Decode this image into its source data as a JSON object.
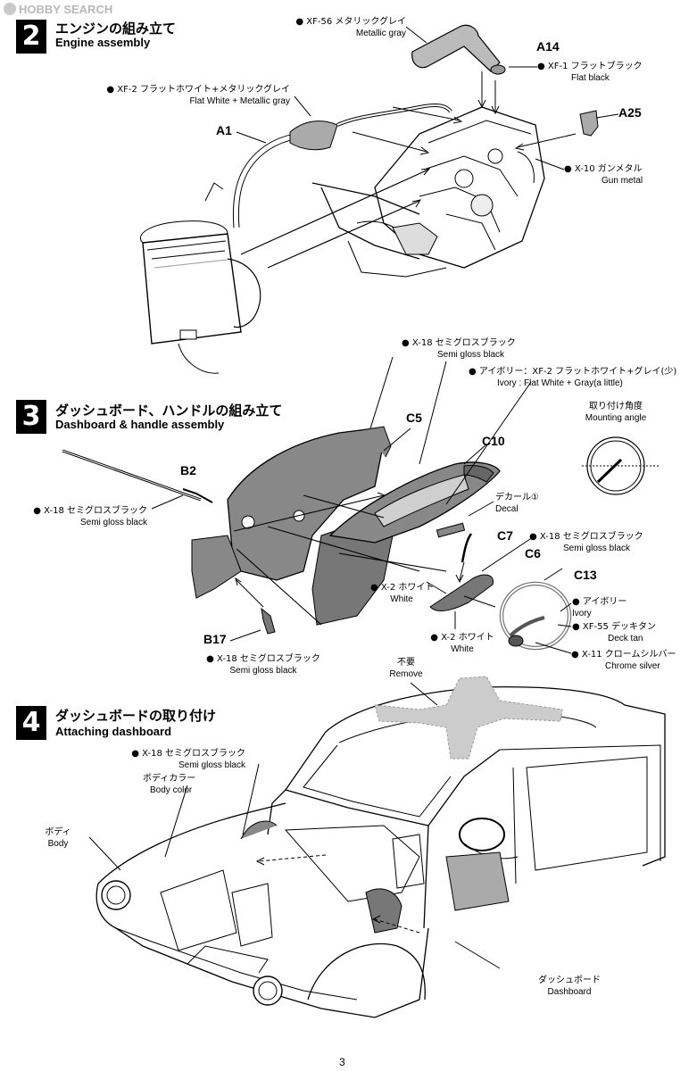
{
  "watermark": "HOBBY SEARCH",
  "page_number": "3",
  "steps": [
    {
      "number": "2",
      "title_jp": "エンジンの組み立て",
      "title_en": "Engine assembly"
    },
    {
      "number": "3",
      "title_jp": "ダッシュボード、ハンドルの組み立て",
      "title_en": "Dashboard & handle assembly"
    },
    {
      "number": "4",
      "title_jp": "ダッシュボードの取り付け",
      "title_en": "Attaching dashboard"
    }
  ],
  "step2": {
    "parts": {
      "a14": "A14",
      "a25": "A25",
      "a1": "A1"
    },
    "paints": {
      "xf56": {
        "jp": "XF-56 メタリックグレイ",
        "en": "Metallic gray"
      },
      "xf1": {
        "jp": "XF-1 フラットブラック",
        "en": "Flat black"
      },
      "xf2": {
        "jp": "XF-2 フラットホワイト+メタリックグレイ",
        "en": "Flat White + Metallic gray"
      },
      "x10": {
        "jp": "X-10 ガンメタル",
        "en": "Gun metal"
      }
    }
  },
  "step3": {
    "parts": {
      "c5": "C5",
      "c10": "C10",
      "b2": "B2",
      "c7": "C7",
      "c6": "C6",
      "c13": "C13",
      "b17": "B17"
    },
    "paints": {
      "x18_top": {
        "jp": "X-18 セミグロスブラック",
        "en": "Semi gloss black"
      },
      "ivory_mix": {
        "jp": "アイボリー：XF-2 フラットホワイト+グレイ(少)",
        "en": "Ivory : Flat White + Gray(a little)"
      },
      "x18_b2": {
        "jp": "X-18 セミグロスブラック",
        "en": "Semi gloss black"
      },
      "x18_c6": {
        "jp": "X-18 セミグロスブラック",
        "en": "Semi gloss black"
      },
      "x2_a": {
        "jp": "X-2 ホワイト",
        "en": "White"
      },
      "x2_b": {
        "jp": "X-2 ホワイト",
        "en": "White"
      },
      "ivory": {
        "jp": "アイボリー",
        "en": "Ivory"
      },
      "xf55": {
        "jp": "XF-55 デッキタン",
        "en": "Deck tan"
      },
      "x11": {
        "jp": "X-11 クロームシルバー",
        "en": "Chrome silver"
      },
      "x18_b17": {
        "jp": "X-18 セミグロスブラック",
        "en": "Semi gloss black"
      }
    },
    "mounting_angle": {
      "jp": "取り付け角度",
      "en": "Mounting angle"
    },
    "decal": {
      "jp": "デカール①",
      "en": "Decal"
    }
  },
  "step4": {
    "remove": {
      "jp": "不要",
      "en": "Remove"
    },
    "x18": {
      "jp": "X-18 セミグロスブラック",
      "en": "Semi gloss black"
    },
    "body_color": {
      "jp": "ボディカラー",
      "en": "Body color"
    },
    "body": {
      "jp": "ボディ",
      "en": "Body"
    },
    "dashboard": {
      "jp": "ダッシュボード",
      "en": "Dashboard"
    }
  }
}
